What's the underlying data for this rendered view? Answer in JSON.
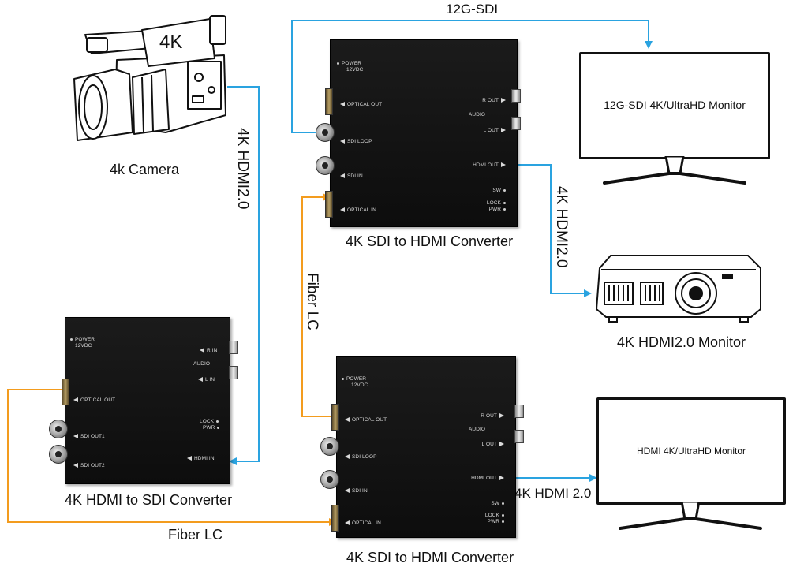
{
  "connections": {
    "top_sdi": "12G-SDI",
    "camera_hdmi": "4K HDMI2.0",
    "fiber_middle": "Fiber LC",
    "fiber_bottom": "Fiber LC",
    "projector_hdmi": "4K HDMI2.0",
    "bottom_hdmi": "4K HDMI 2.0"
  },
  "devices": {
    "camera": {
      "caption": "4k Camera",
      "screen_text": "4K"
    },
    "converter_top": {
      "caption": "4K SDI to HDMI Converter",
      "power": "POWER",
      "power_volts": "12VDC",
      "optical_out": "OPTICAL OUT",
      "sdi_loop": "SDI LOOP",
      "sdi_in": "SDI IN",
      "optical_in": "OPTICAL IN",
      "r_out": "R  OUT",
      "audio": "AUDIO",
      "l_out": "L OUT",
      "hdmi_out": "HDMI OUT",
      "sw": "SW",
      "lock": "LOCK",
      "pwr": "PWR"
    },
    "converter_left": {
      "caption": "4K HDMI to SDI Converter",
      "power": "POWER",
      "power_volts": "12VDC",
      "optical_out": "OPTICAL OUT",
      "sdi_out1": "SDI OUT1",
      "sdi_out2": "SDI OUT2",
      "r_in": "R  IN",
      "audio": "AUDIO",
      "l_in": "L  IN",
      "lock": "LOCK",
      "pwr": "PWR",
      "hdmi_in": "HDMI IN"
    },
    "converter_bottom": {
      "caption": "4K SDI to HDMI Converter",
      "power": "POWER",
      "power_volts": "12VDC",
      "optical_out": "OPTICAL OUT",
      "sdi_loop": "SDI LOOP",
      "sdi_in": "SDI IN",
      "optical_in": "OPTICAL IN",
      "r_out": "R  OUT",
      "audio": "AUDIO",
      "l_out": "L OUT",
      "hdmi_out": "HDMI OUT",
      "sw": "SW",
      "lock": "LOCK",
      "pwr": "PWR"
    },
    "monitor_top": {
      "screen_text": "12G-SDI 4K/UltraHD Monitor"
    },
    "projector": {
      "caption": "4K HDMI2.0 Monitor"
    },
    "monitor_bottom": {
      "screen_text": "HDMI 4K/UltraHD Monitor"
    }
  },
  "colors": {
    "sdi_hdmi_wire": "#2aa3e0",
    "fiber_wire": "#f39c1e",
    "device_body": "#141414"
  }
}
